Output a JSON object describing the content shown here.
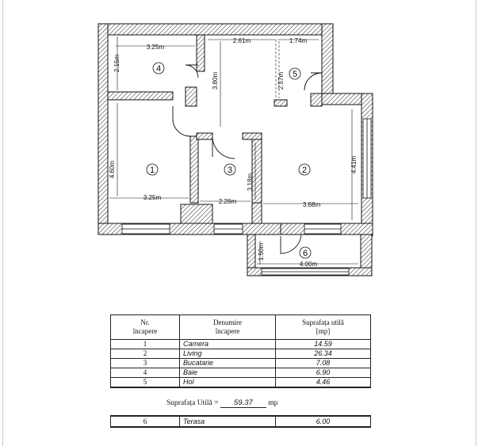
{
  "plan": {
    "dimensions": {
      "d1": "3.25m",
      "d2": "2.15m",
      "d3": "2.61m",
      "d4": "1.74m",
      "d5": "2.57m",
      "d6": "3.80m",
      "d7": "4.60m",
      "d8": "3.25m",
      "d9": "3.18m",
      "d10": "2.28m",
      "d11": "3.68m",
      "d12": "4.41m",
      "d13": "1.50m",
      "d14": "4.00m"
    },
    "room_numbers": [
      "1",
      "2",
      "3",
      "4",
      "5",
      "6"
    ]
  },
  "table": {
    "headers": {
      "nr_line1": "Nr.",
      "nr_line2": "încapere",
      "den_line1": "Denumire",
      "den_line2": "încapere",
      "sup_line1": "Suprafața utilă",
      "sup_line2": "[mp]"
    },
    "rows": [
      {
        "nr": "1",
        "name": "Camera",
        "area": "14.59"
      },
      {
        "nr": "2",
        "name": "Living",
        "area": "26.34"
      },
      {
        "nr": "3",
        "name": "Bucatarie",
        "area": "7.08"
      },
      {
        "nr": "4",
        "name": "Baie",
        "area": "6.90"
      },
      {
        "nr": "5",
        "name": "Hol",
        "area": "4.46"
      }
    ],
    "total_label": "Suprafața Utilă =",
    "total_value": "59.37",
    "total_unit": "mp",
    "terrace": {
      "nr": "6",
      "name": "Terasa",
      "area": "6.00"
    }
  }
}
